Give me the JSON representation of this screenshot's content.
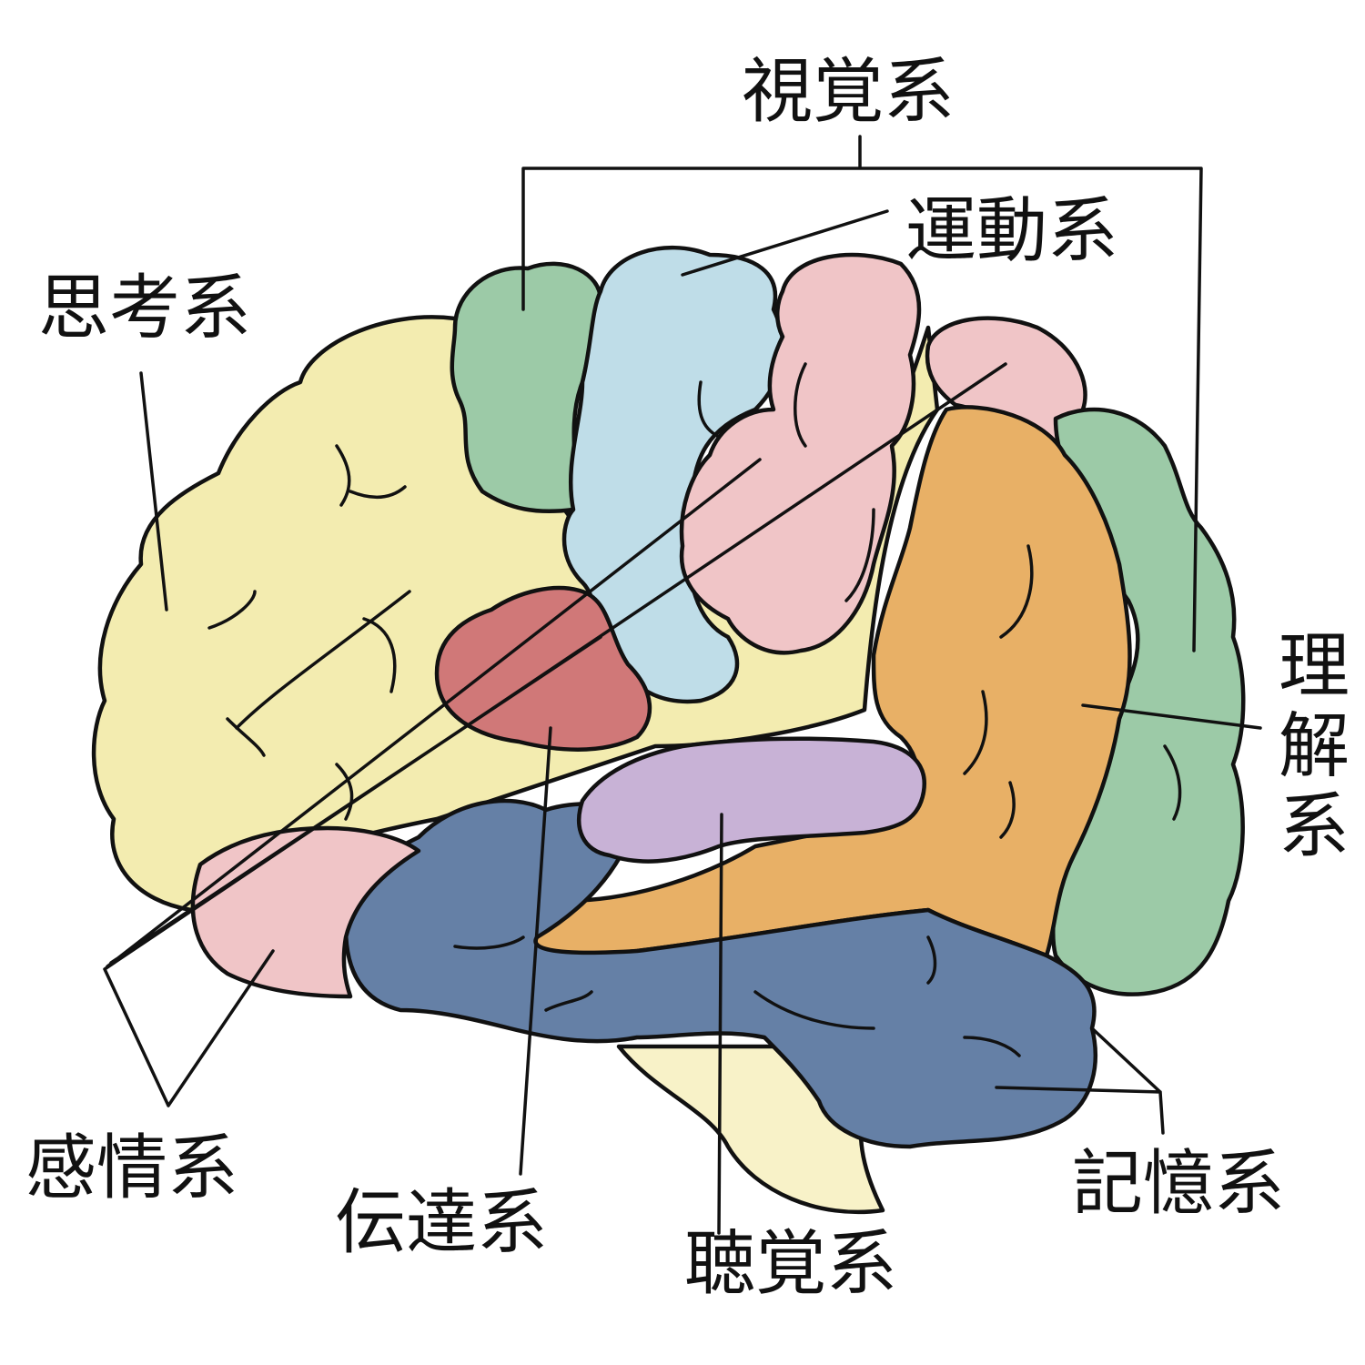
{
  "labels": {
    "visual": "視覚系",
    "motor": "運動系",
    "thinking": "思考系",
    "understanding": "理解系",
    "emotion": "感情系",
    "transmission": "伝達系",
    "hearing": "聴覚系",
    "memory": "記憶系"
  },
  "colors": {
    "thinking": "#f3ecb0",
    "visual": "#9ccaa7",
    "motor_blue": "#bfdde8",
    "motor_pink": "#f0c5c7",
    "understanding": "#e8b066",
    "transmission": "#d07878",
    "hearing": "#c8b2d6",
    "memory": "#6580a6",
    "brainstem": "#f8f2c8"
  }
}
